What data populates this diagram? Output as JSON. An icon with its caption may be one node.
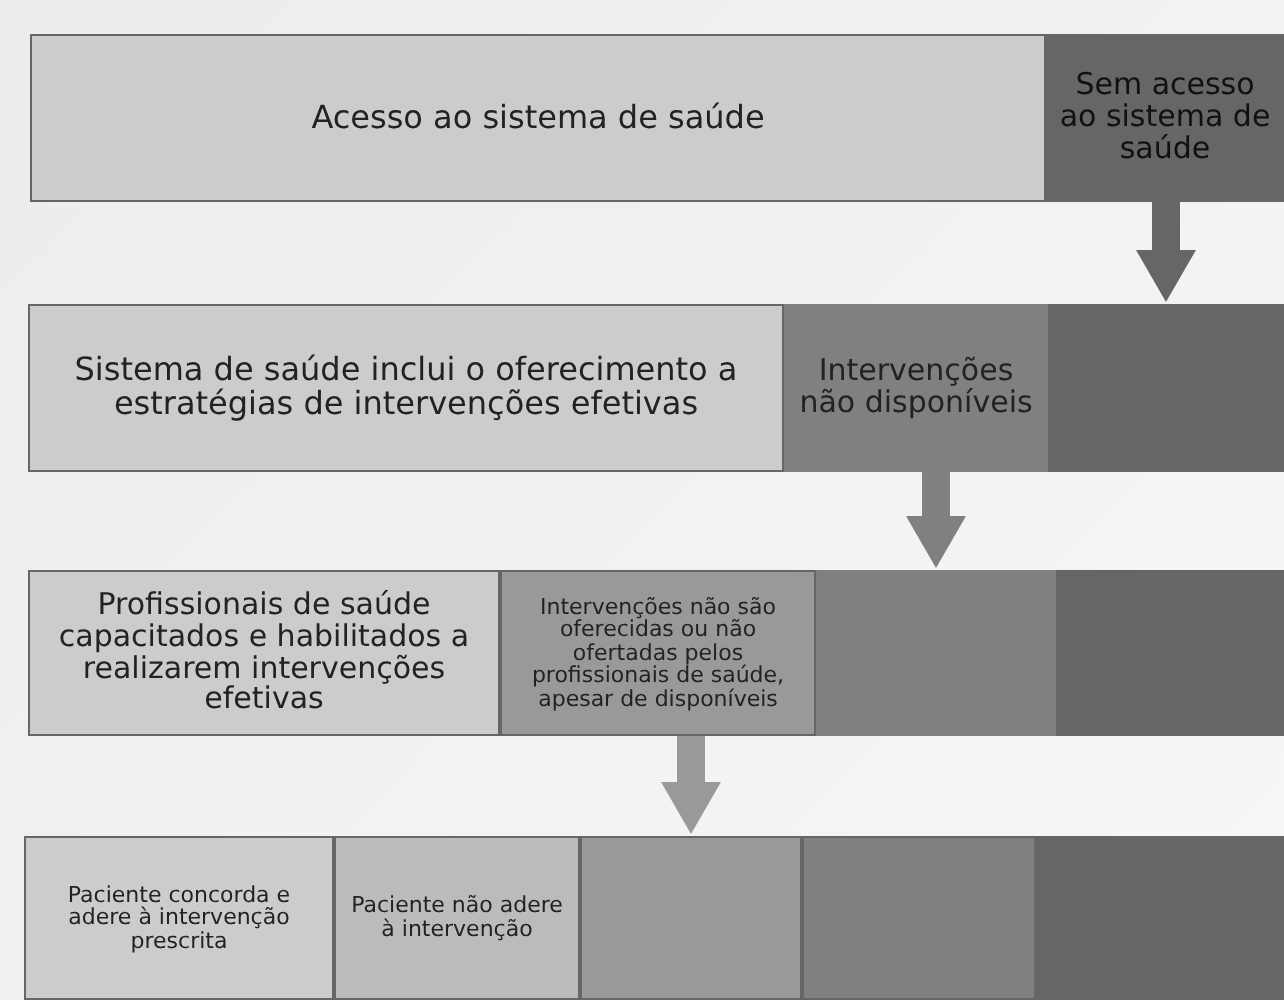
{
  "diagram": {
    "nodes": [
      {
        "text": [
          "Acesso ao sistema de saúde"
        ]
      },
      {
        "text": [
          "Sem acesso ao sistema de saúde"
        ]
      },
      {
        "text": [
          "Sistema de saúde inclui o oferecimento a estratégias de intervenções efetivas"
        ]
      },
      {
        "text": [
          "Intervenções não disponíveis"
        ]
      },
      {
        "text": [],
        "shape": "box"
      },
      {
        "text": [
          "Profissionais de saúde capacitados e habilitados a realizarem intervenções efetivas"
        ]
      },
      {
        "text": [
          "Intervenções não são oferecidas ou não ofertadas pelos profissionais de saúde, apesar de disponíveis"
        ]
      },
      {
        "text": [],
        "shape": "box"
      },
      {
        "text": [],
        "shape": "box"
      },
      {
        "text": [
          "Paciente concorda e adere à intervenção prescrita"
        ]
      },
      {
        "text": [
          "Paciente não adere à intervenção"
        ]
      },
      {
        "text": [],
        "shape": "box"
      },
      {
        "text": [],
        "shape": "box"
      },
      {
        "text": [],
        "shape": "box"
      }
    ],
    "edges": [
      {
        "from": 1,
        "to": 4,
        "arrow": "to",
        "style": "thick",
        "color": "#666666"
      },
      {
        "from": 3,
        "to": 7,
        "arrow": "to",
        "style": "thick",
        "color": "#808080"
      },
      {
        "from": 6,
        "to": 11,
        "arrow": "to",
        "style": "thick",
        "color": "#999999"
      }
    ]
  }
}
